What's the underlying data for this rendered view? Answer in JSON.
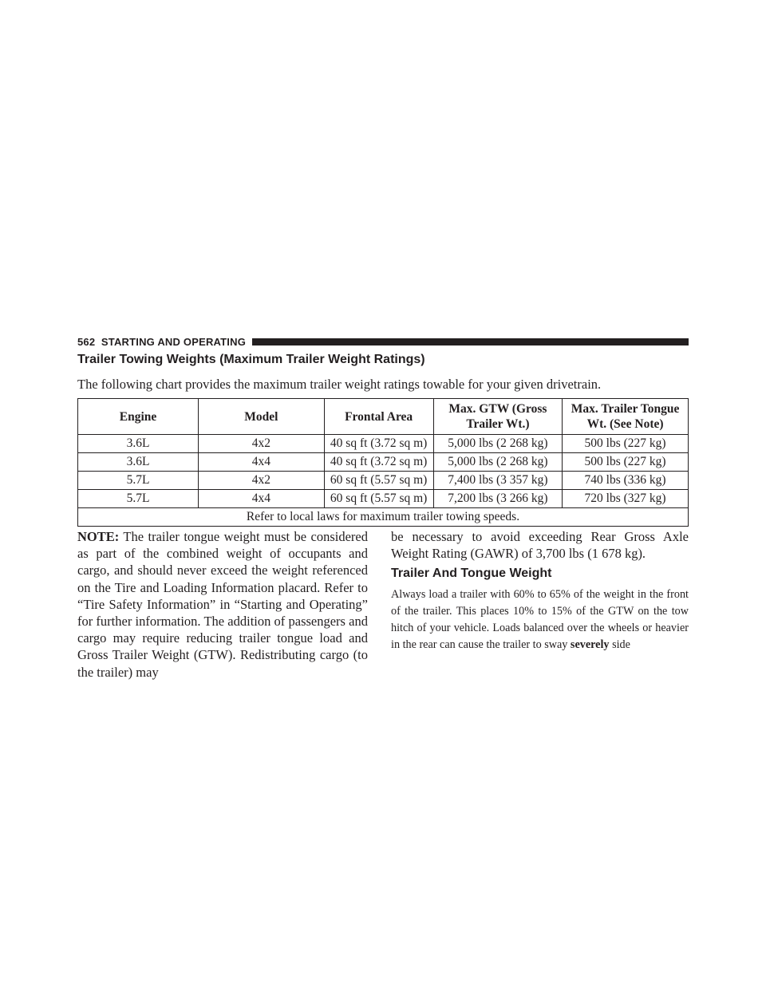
{
  "header": {
    "page_number": "562",
    "section": "STARTING AND OPERATING"
  },
  "section_title": "Trailer Towing Weights (Maximum Trailer Weight Ratings)",
  "intro": "The following chart provides the maximum trailer weight ratings towable for your given drivetrain.",
  "table": {
    "headers": {
      "engine": "Engine",
      "model": "Model",
      "frontal_area": "Frontal Area",
      "max_gtw_line1": "Max. GTW (Gross",
      "max_gtw_line2": "Trailer Wt.)",
      "tongue_line1": "Max. Trailer Tongue",
      "tongue_line2": "Wt. (See Note)"
    },
    "rows": [
      {
        "engine": "3.6L",
        "model": "4x2",
        "frontal_area": "40 sq ft (3.72 sq m)",
        "max_gtw": "5,000 lbs (2 268 kg)",
        "tongue": "500 lbs (227 kg)"
      },
      {
        "engine": "3.6L",
        "model": "4x4",
        "frontal_area": "40 sq ft (3.72 sq m)",
        "max_gtw": "5,000 lbs (2 268 kg)",
        "tongue": "500 lbs (227 kg)"
      },
      {
        "engine": "5.7L",
        "model": "4x2",
        "frontal_area": "60 sq ft (5.57 sq m)",
        "max_gtw": "7,400 lbs (3 357 kg)",
        "tongue": "740 lbs (336 kg)"
      },
      {
        "engine": "5.7L",
        "model": "4x4",
        "frontal_area": "60 sq ft (5.57 sq m)",
        "max_gtw": "7,200 lbs (3 266 kg)",
        "tongue": "720 lbs (327 kg)"
      }
    ],
    "footer": "Refer to local laws for maximum trailer towing speeds."
  },
  "note": {
    "label": "NOTE:",
    "text_left": "The trailer tongue weight must be considered as part of the combined weight of occupants and cargo, and should never exceed the weight referenced on the Tire and Loading Information placard. Refer to “Tire Safety Information” in “Starting and Operating” for further information. The addition of passengers and cargo may require reducing trailer tongue load and Gross Trailer Weight (GTW). Redistributing cargo (to the trailer) may",
    "text_right": "be necessary to avoid exceeding Rear Gross Axle Weight Rating (GAWR) of 3,700 lbs (1 678 kg)."
  },
  "tongue_section": {
    "title": "Trailer And Tongue Weight",
    "text_before": "Always load a trailer with 60% to 65% of the weight in the front of the trailer. This places 10% to 15% of the GTW on the tow hitch of your vehicle. Loads balanced over the wheels or heavier in the rear can cause the trailer to sway",
    "bold_word": "severely",
    "text_after": "side"
  }
}
